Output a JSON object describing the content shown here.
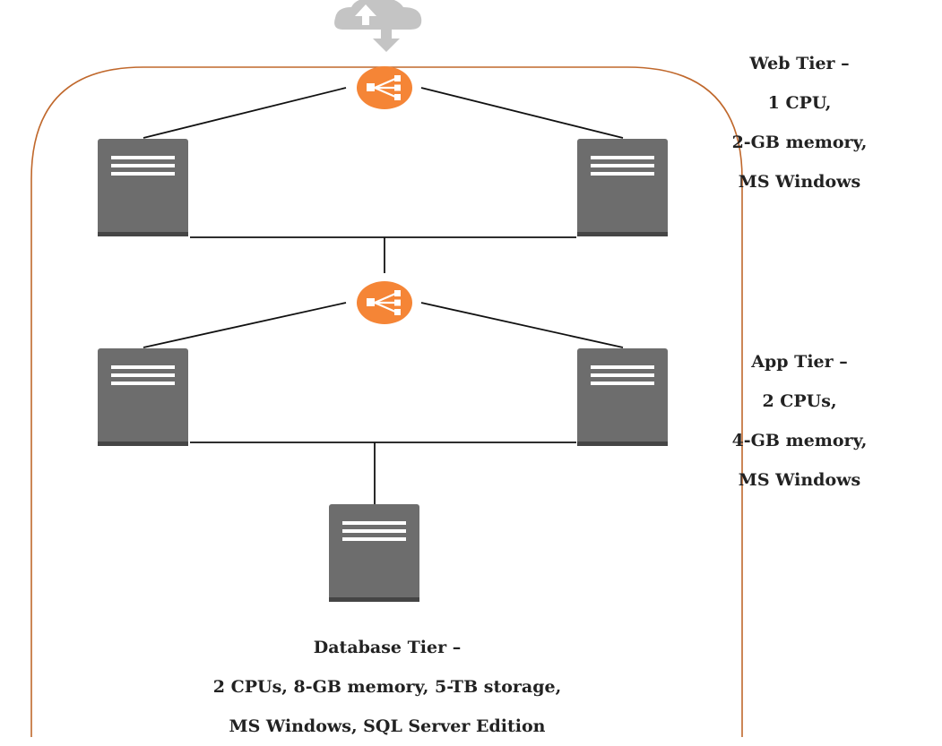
{
  "web_tier": {
    "lines": [
      "Web Tier –",
      "1 CPU,",
      "2-GB memory,",
      "MS Windows"
    ]
  },
  "app_tier": {
    "lines": [
      "App Tier –",
      "2 CPUs,",
      "4-GB memory,",
      "MS Windows"
    ]
  },
  "database_tier": {
    "lines": [
      "Database Tier –",
      "2 CPUs, 8-GB memory, 5-TB storage,",
      "MS Windows, SQL Server Edition"
    ]
  },
  "colors": {
    "boundary": "#c0682c",
    "load_balancer": "#f58536",
    "server": "#6d6d6d",
    "server_shadow": "#454545",
    "cloud": "#c4c4c4"
  },
  "icons": {
    "internet": "cloud-upload-icon",
    "load_balancer": "load-balancer-icon",
    "server": "server-icon"
  }
}
